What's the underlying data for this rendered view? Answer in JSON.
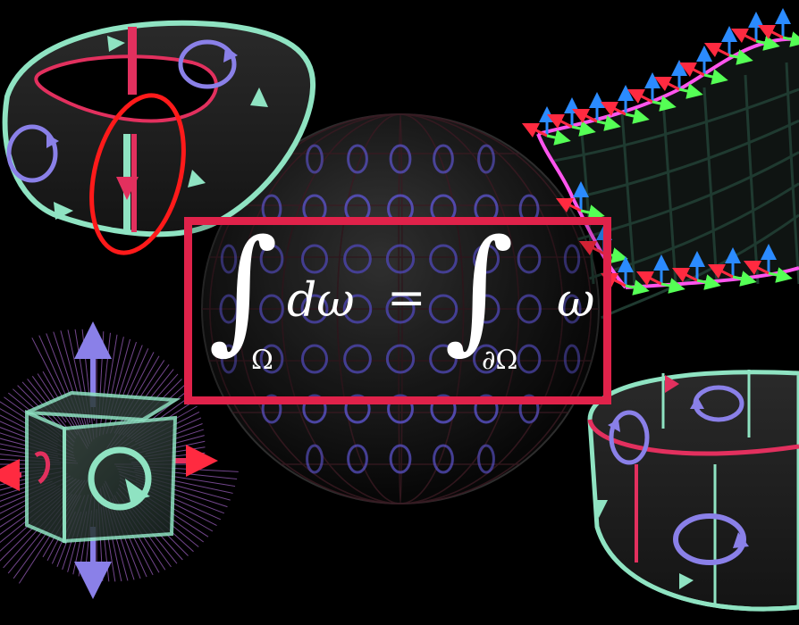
{
  "equation": {
    "integral_symbol": "∫",
    "lhs_subscript": "Ω",
    "lhs_integrand": "dω",
    "equals": "=",
    "rhs_subscript": "∂Ω",
    "rhs_integrand": "ω"
  },
  "colors": {
    "background": "#000000",
    "frame": "#e0224a",
    "mint": "#8fe3c2",
    "pink": "#e2305e",
    "lavender": "#8a80e8",
    "dark_surface": "#1c1c1c",
    "highlight_ring": "#ff1a1a",
    "curve_magenta": "#ff55ee",
    "arrow_blue": "#2b8bff",
    "arrow_red": "#ff2a40",
    "arrow_green": "#55ff55",
    "ray_violet": "#d080ff"
  },
  "icons": [
    "circular-arrow-icon",
    "triangle-arrow-icon",
    "axis-arrow-icon"
  ]
}
